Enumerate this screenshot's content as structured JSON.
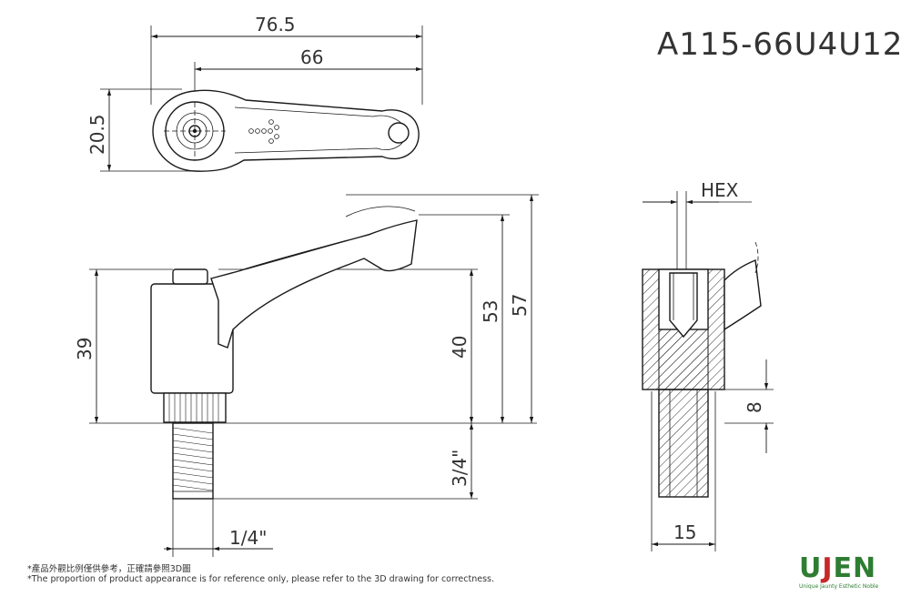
{
  "title": "A115-66U4U12",
  "dimensions": {
    "overall_length": "76.5",
    "lever_length": "66",
    "hub_width": "20.5",
    "hex_label": "HEX",
    "body_height": "39",
    "height_40": "40",
    "height_53": "53",
    "height_57": "57",
    "thread_length": "3/4\"",
    "thread_size": "1/4\"",
    "insert_depth": "8",
    "section_width": "15"
  },
  "notes": {
    "zh": "*產品外觀比例僅供參考，正確請參照3D圖",
    "en": "*The proportion of product appearance is for reference only, please refer to the 3D drawing for correctness."
  },
  "logo": {
    "letters": [
      "U",
      "J",
      "E",
      "N"
    ],
    "letter_colors": [
      "#2e7d32",
      "#c62828",
      "#2e7d32",
      "#2e7d32"
    ],
    "tagline": "Unique Jaunty Esthetic Noble"
  }
}
